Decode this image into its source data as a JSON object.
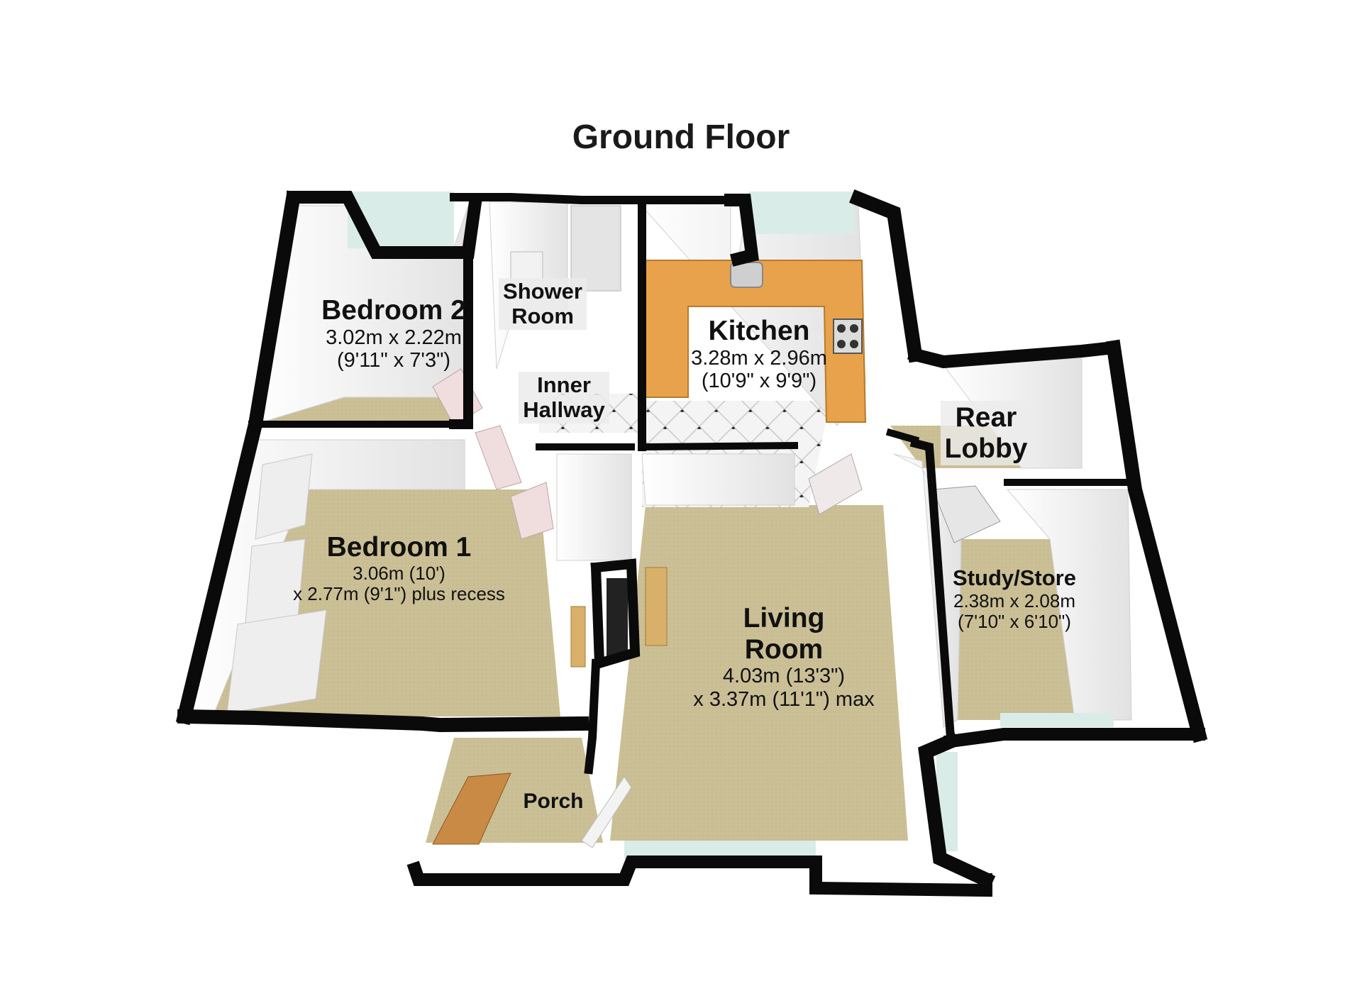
{
  "title": "Ground Floor",
  "rooms": {
    "bedroom2": {
      "name": "Bedroom 2",
      "dim1": "3.02m x 2.22m",
      "dim2": "(9'11\" x 7'3\")"
    },
    "shower_room": {
      "name_line1": "Shower",
      "name_line2": "Room"
    },
    "kitchen": {
      "name": "Kitchen",
      "dim1": "3.28m x 2.96m",
      "dim2": "(10'9\" x 9'9\")"
    },
    "inner_hallway": {
      "name_line1": "Inner",
      "name_line2": "Hallway"
    },
    "rear_lobby": {
      "name_line1": "Rear",
      "name_line2": "Lobby"
    },
    "bedroom1": {
      "name": "Bedroom 1",
      "dim1": "3.06m (10')",
      "dim2": "x 2.77m (9'1\") plus recess"
    },
    "living_room": {
      "name_line1": "Living",
      "name_line2": "Room",
      "dim1": "4.03m (13'3\")",
      "dim2": "x 3.37m (11'1\") max"
    },
    "study_store": {
      "name": "Study/Store",
      "dim1": "2.38m x 2.08m",
      "dim2": "(7'10\" x 6'10\")"
    },
    "porch": {
      "name": "Porch"
    }
  },
  "colors": {
    "wall": "#0a0a0a",
    "carpet": "#cbbf96",
    "wall_face": "#f4f4f4",
    "worktop": "#e6a04a",
    "window": "#d7ece6",
    "tile": "#f2f2f2"
  }
}
